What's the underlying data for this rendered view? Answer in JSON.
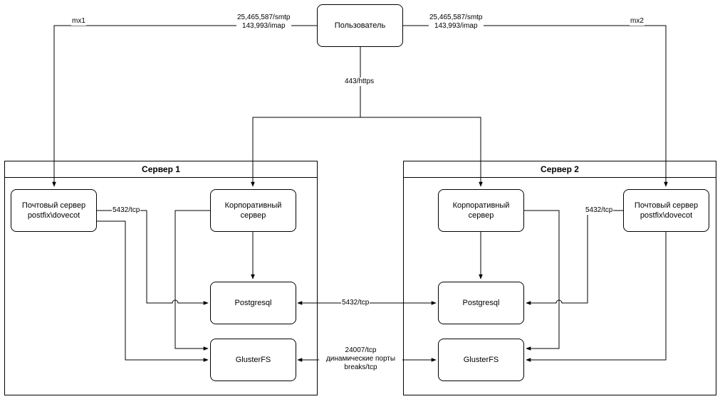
{
  "servers": {
    "s1": {
      "title": "Сервер 1"
    },
    "s2": {
      "title": "Сервер 2"
    }
  },
  "nodes": {
    "user": "Пользователь",
    "s1_mail": "Почтовый сервер\npostfix\\dovecot",
    "s1_corp": "Корпоративный\nсервер",
    "s1_pg": "Postgresql",
    "s1_gfs": "GlusterFS",
    "s2_corp": "Корпоративный\nсервер",
    "s2_mail": "Почтовый сервер\npostfix\\dovecot",
    "s2_pg": "Postgresql",
    "s2_gfs": "GlusterFS"
  },
  "labels": {
    "mx1": "mx1",
    "mx2": "mx2",
    "smtp_left": "25,465,587/smtp\n143,993/imap",
    "smtp_right": "25,465,587/smtp\n143,993/imap",
    "https": "443/https",
    "tcp_s1_mail": "5432/tcp",
    "tcp_s2_mail": "5432/tcp",
    "pg_link": "5432/tcp",
    "gfs_link": "24007/tcp\nдинамические порты\nbreaks/tcp"
  }
}
